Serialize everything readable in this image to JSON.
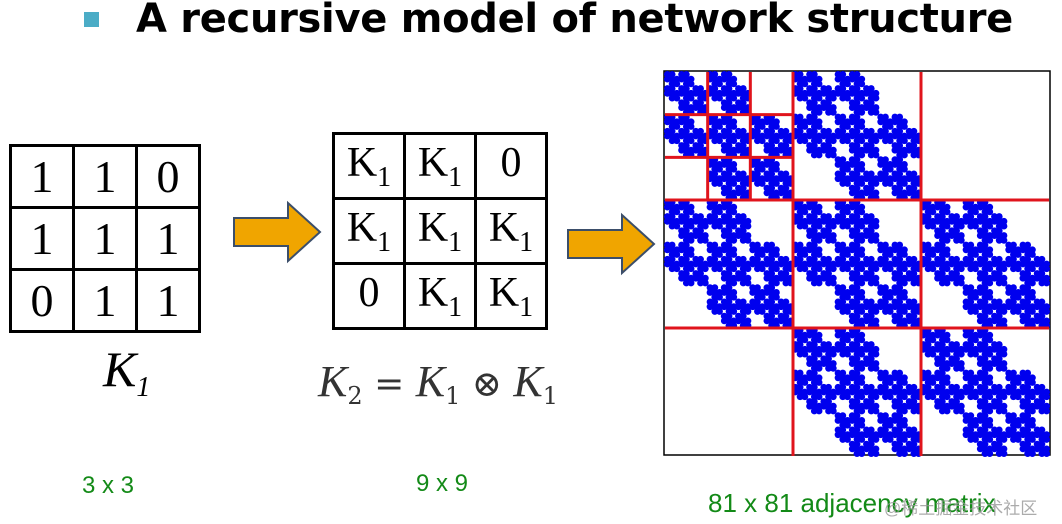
{
  "title": "A recursive model of network structure",
  "k1": {
    "cells": [
      [
        "1",
        "1",
        "0"
      ],
      [
        "1",
        "1",
        "1"
      ],
      [
        "0",
        "1",
        "1"
      ]
    ],
    "label_main": "K",
    "label_sub": "1"
  },
  "k2": {
    "cells": [
      [
        {
          "t": "K",
          "s": "1"
        },
        {
          "t": "K",
          "s": "1"
        },
        {
          "t": "0",
          "s": ""
        }
      ],
      [
        {
          "t": "K",
          "s": "1"
        },
        {
          "t": "K",
          "s": "1"
        },
        {
          "t": "K",
          "s": "1"
        }
      ],
      [
        {
          "t": "0",
          "s": ""
        },
        {
          "t": "K",
          "s": "1"
        },
        {
          "t": "K",
          "s": "1"
        }
      ]
    ],
    "formula": {
      "lhs": "K",
      "lhs_sub": "2",
      "eq": " = ",
      "a": "K",
      "a_sub": "1",
      "op": " ⊗ ",
      "b": "K",
      "b_sub": "1"
    }
  },
  "dims": {
    "d1": "3 x 3",
    "d2": "9 x 9",
    "d3": "81 x 81 adjacency matrix"
  },
  "watermark": "@稀土掘金技术社区",
  "colors": {
    "bullet": "#4bacc6",
    "arrow_fill": "#f0a500",
    "arrow_stroke": "#3b4e6a",
    "matrix_dots": "#0000ee",
    "matrix_lines": "#e0141c",
    "caption": "#138a17"
  },
  "matrix": {
    "base": [
      [
        1,
        1,
        0
      ],
      [
        1,
        1,
        1
      ],
      [
        0,
        1,
        1
      ]
    ],
    "levels": 4
  }
}
